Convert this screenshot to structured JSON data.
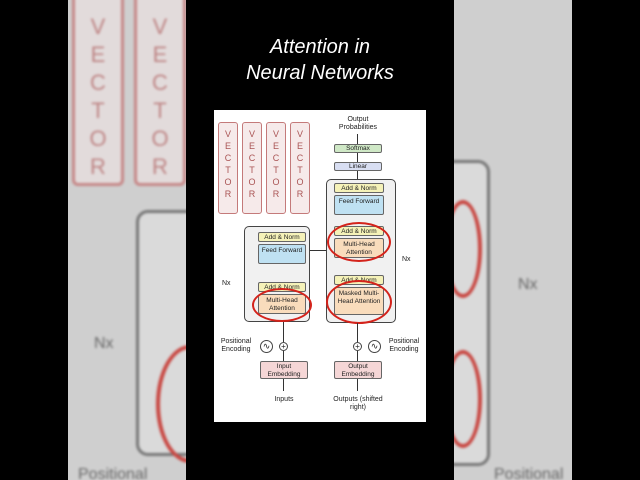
{
  "title": {
    "line1": "Attention in",
    "line2": "Neural Networks"
  },
  "vector_word": "VECTOR",
  "vector_letters": [
    "V",
    "E",
    "C",
    "T",
    "O",
    "R"
  ],
  "encoder": {
    "add_norm_top": "Add & Norm",
    "feed_forward": "Feed Forward",
    "add_norm_bottom": "Add & Norm",
    "attention": "Multi-Head Attention",
    "nx": "Nx",
    "positional_encoding": "Positional Encoding",
    "embedding": "Input Embedding",
    "inputs": "Inputs"
  },
  "decoder": {
    "output_probabilities": "Output Probabilities",
    "softmax": "Softmax",
    "linear": "Linear",
    "add_norm_top": "Add & Norm",
    "feed_forward": "Feed Forward",
    "add_norm_mid": "Add & Norm",
    "attention": "Multi-Head Attention",
    "add_norm_bottom": "Add & Norm",
    "masked_attention": "Masked Multi-Head Attention",
    "nx": "Nx",
    "positional_encoding": "Positional Encoding",
    "embedding": "Output Embedding",
    "outputs": "Outputs (shifted right)"
  },
  "background": {
    "nx_left": "Nx",
    "nx_right": "Nx",
    "positional_left": "Positional",
    "positional_right": "Positional"
  },
  "colors": {
    "highlight_circle": "#d4231b",
    "vector_border": "#c47a7a",
    "feed_forward": "#bfe1f2",
    "attention": "#f9dcbc",
    "add_norm": "#f5f2b8",
    "embedding": "#f5d6d6",
    "softmax": "#cfe8c6",
    "linear": "#d8def2"
  }
}
